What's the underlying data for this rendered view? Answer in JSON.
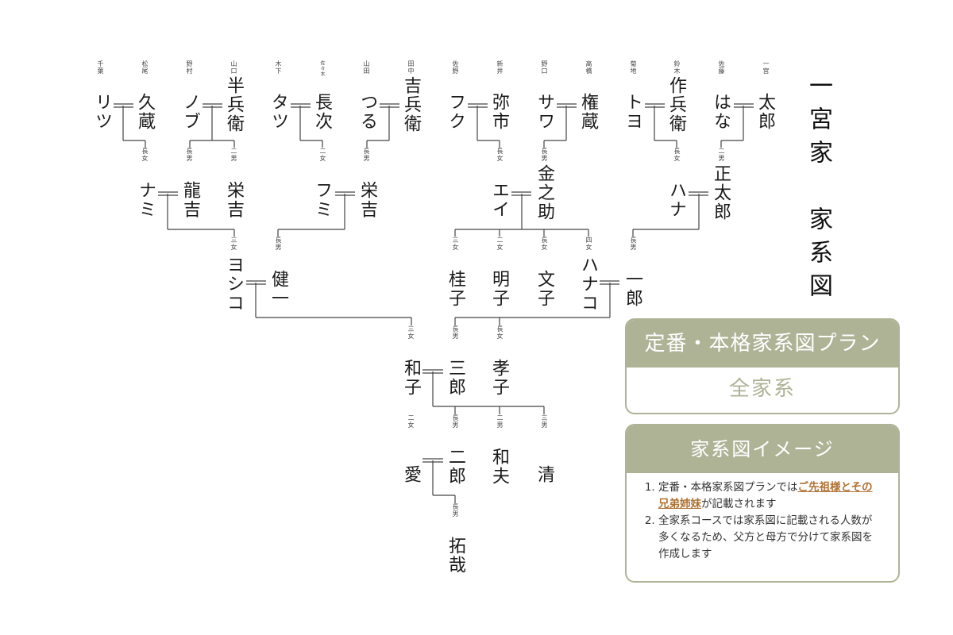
{
  "title": "一宮家　家系図",
  "persons": [
    {
      "id": "p1",
      "surname": "千葉",
      "name": "リツ"
    },
    {
      "id": "p2",
      "surname": "松尾",
      "name": "久蔵"
    },
    {
      "id": "p3",
      "surname": "野村",
      "name": "ノブ"
    },
    {
      "id": "p4",
      "surname": "山口",
      "name": "半兵衛"
    },
    {
      "id": "p5",
      "surname": "木下",
      "name": "タツ"
    },
    {
      "id": "p6",
      "surname": "佐々木",
      "name": "長次"
    },
    {
      "id": "p7",
      "surname": "山田",
      "name": "つる"
    },
    {
      "id": "p8",
      "surname": "田中",
      "name": "吉兵衛"
    },
    {
      "id": "p9",
      "surname": "佐野",
      "name": "フク"
    },
    {
      "id": "p10",
      "surname": "新井",
      "name": "弥市"
    },
    {
      "id": "p11",
      "surname": "野口",
      "name": "サワ"
    },
    {
      "id": "p12",
      "surname": "高橋",
      "name": "権蔵"
    },
    {
      "id": "p13",
      "surname": "菊地",
      "name": "トヨ"
    },
    {
      "id": "p14",
      "surname": "鈴木",
      "name": "作兵衛"
    },
    {
      "id": "p15",
      "surname": "佐藤",
      "name": "はな"
    },
    {
      "id": "p16",
      "surname": "一宮",
      "name": "太郎"
    },
    {
      "id": "p17",
      "rel": "長女",
      "name": "ナミ"
    },
    {
      "id": "p18",
      "rel": "長男",
      "name": "龍吉"
    },
    {
      "id": "p19",
      "rel": "二男",
      "name": "栄吉"
    },
    {
      "id": "p20",
      "rel": "二女",
      "name": "フミ"
    },
    {
      "id": "p21",
      "rel": "長男",
      "name": "栄吉"
    },
    {
      "id": "p22",
      "rel": "長女",
      "name": "エイ"
    },
    {
      "id": "p23",
      "rel": "長男",
      "name": "金之助"
    },
    {
      "id": "p24",
      "rel": "長女",
      "name": "ハナ"
    },
    {
      "id": "p25",
      "rel": "二男",
      "name": "正太郎"
    },
    {
      "id": "p26",
      "rel": "三女",
      "name": "ヨシコ"
    },
    {
      "id": "p27",
      "rel": "長男",
      "name": "健一"
    },
    {
      "id": "p28",
      "rel": "三女",
      "name": "桂子"
    },
    {
      "id": "p29",
      "rel": "二女",
      "name": "明子"
    },
    {
      "id": "p30",
      "rel": "長女",
      "name": "文子"
    },
    {
      "id": "p31",
      "rel": "四女",
      "name": "ハナコ"
    },
    {
      "id": "p32",
      "rel": "長男",
      "name": "一郎"
    },
    {
      "id": "p33",
      "rel": "三女",
      "name": "和子"
    },
    {
      "id": "p34",
      "rel": "長男",
      "name": "三郎"
    },
    {
      "id": "p35",
      "rel": "長女",
      "name": "孝子"
    },
    {
      "id": "p36",
      "rel": "二女",
      "name": "愛"
    },
    {
      "id": "p37",
      "rel": "長男",
      "name": "二郎"
    },
    {
      "id": "p38",
      "rel": "二男",
      "name": "和夫"
    },
    {
      "id": "p39",
      "rel": "三男",
      "name": "清"
    },
    {
      "id": "p40",
      "rel": "長男",
      "name": "拓哉"
    }
  ],
  "plan_card": {
    "heading": "定番・本格家系図プラン",
    "value": "全家系"
  },
  "image_card": {
    "heading": "家系図イメージ",
    "items": [
      {
        "pre": "定番・本格家系図プランでは",
        "highlight": "ご先祖様とその兄弟姉妹",
        "post": "が記載されます"
      },
      {
        "pre": "全家系コースでは家系図に記載される人数が多くなるため、父方と母方で分けて家系図を作成します",
        "highlight": "",
        "post": ""
      }
    ]
  },
  "colors": {
    "accent": "#aeb396",
    "highlight": "#b07232",
    "line": "#444444"
  }
}
